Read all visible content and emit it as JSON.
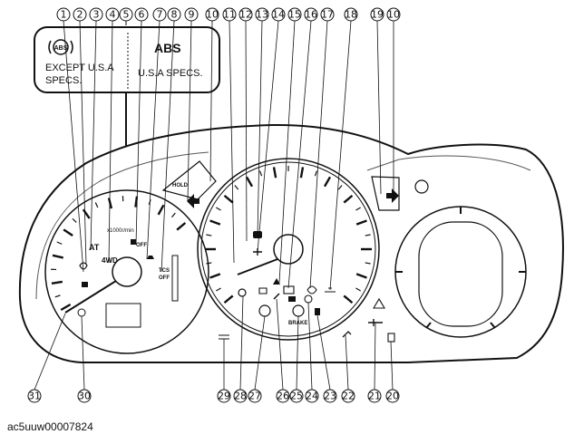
{
  "legend": {
    "number": "5",
    "left_symbol": "ABS",
    "left_text_line1": "EXCEPT U.S.A",
    "left_text_line2": "SPECS.",
    "right_symbol": "ABS",
    "right_text": "U.S.A SPECS."
  },
  "gauge_labels": {
    "tach_unit": "x1000r/min",
    "at": "AT",
    "fourwd": "4WD",
    "hold": "HOLD",
    "off_small": "OFF",
    "tcs": "TCS",
    "tcs_off": "OFF",
    "brake": "BRAKE"
  },
  "top_callouts": [
    "1",
    "2",
    "3",
    "4",
    "6",
    "7",
    "8",
    "9",
    "10",
    "11",
    "12",
    "13",
    "14",
    "15",
    "16",
    "17",
    "18",
    "19",
    "10"
  ],
  "bottom_callouts": [
    "31",
    "30",
    "29",
    "28",
    "27",
    "26",
    "25",
    "24",
    "23",
    "22",
    "21",
    "20"
  ],
  "reference_code": "ac5uuw00007824"
}
